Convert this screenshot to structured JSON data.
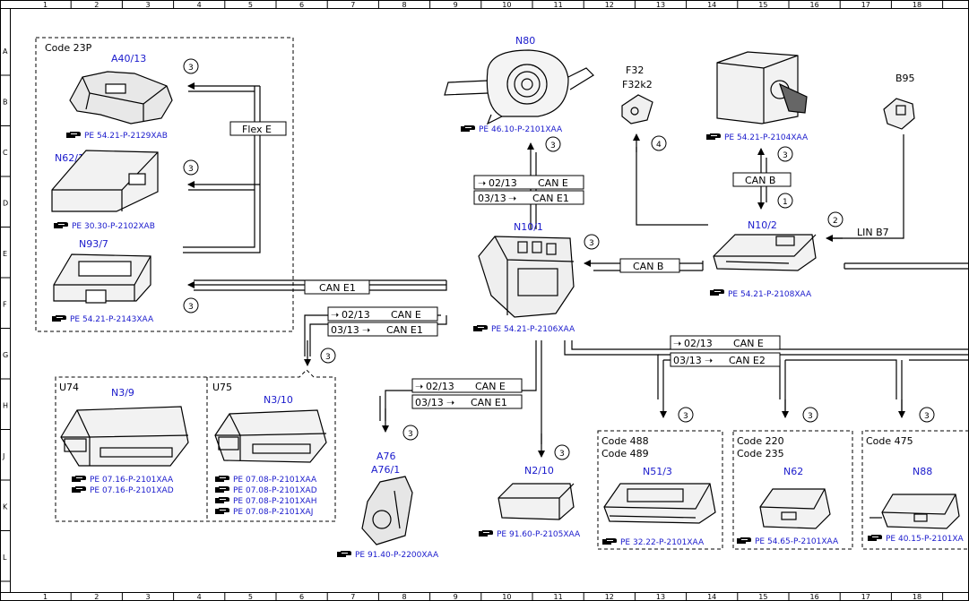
{
  "ruler": {
    "columns": [
      "1",
      "2",
      "3",
      "4",
      "5",
      "6",
      "7",
      "8",
      "9",
      "10",
      "11",
      "12",
      "13",
      "14",
      "15",
      "16",
      "17",
      "18"
    ],
    "rows": [
      "A",
      "B",
      "C",
      "D",
      "E",
      "F",
      "G",
      "H",
      "J",
      "K",
      "L"
    ]
  },
  "groups": {
    "code23p": "Code 23P",
    "u74": "U74",
    "u75": "U75",
    "code488": "Code 488",
    "code489": "Code 489",
    "code220": "Code 220",
    "code235": "Code 235",
    "code475": "Code 475"
  },
  "components": {
    "a40_13": {
      "name": "A40/13",
      "ref": "PE 54.21-P-2129XAB"
    },
    "n62_1": {
      "name": "N62/1",
      "ref": "PE 30.30-P-2102XAB"
    },
    "n93_7": {
      "name": "N93/7",
      "ref": "PE 54.21-P-2143XAA"
    },
    "n80": {
      "name": "N80",
      "ref": "PE 46.10-P-2101XAA"
    },
    "f32": {
      "name": "F32",
      "name2": "F32k2"
    },
    "ignition": {
      "ref": "PE 54.21-P-2104XAA"
    },
    "b95": {
      "name": "B95"
    },
    "n10_1": {
      "name": "N10/1",
      "ref": "PE 54.21-P-2106XAA"
    },
    "n10_2": {
      "name": "N10/2",
      "ref": "PE 54.21-P-2108XAA"
    },
    "n3_9": {
      "name": "N3/9",
      "ref1": "PE 07.16-P-2101XAA",
      "ref2": "PE 07.16-P-2101XAD"
    },
    "n3_10": {
      "name": "N3/10",
      "ref1": "PE 07.08-P-2101XAA",
      "ref2": "PE 07.08-P-2101XAD",
      "ref3": "PE 07.08-P-2101XAH",
      "ref4": "PE 07.08-P-2101XAJ"
    },
    "a76": {
      "name": "A76",
      "name2": "A76/1",
      "ref": "PE 91.40-P-2200XAA"
    },
    "n2_10": {
      "name": "N2/10",
      "ref": "PE 91.60-P-2105XAA"
    },
    "n51_3": {
      "name": "N51/3",
      "ref": "PE 32.22-P-2101XAA"
    },
    "n62": {
      "name": "N62",
      "ref": "PE 54.65-P-2101XAA"
    },
    "n88": {
      "name": "N88",
      "ref": "PE 40.15-P-2101XA"
    }
  },
  "buses": {
    "flex_e": "Flex E",
    "can_e1": "CAN E1",
    "can_b": "CAN B",
    "can_e": "CAN E",
    "can_e2": "CAN E2",
    "lin_b7": "LIN B7",
    "date_0213": "02/13",
    "date_0313": "03/13"
  },
  "badges": {
    "b1": "1",
    "b2": "2",
    "b3": "3",
    "b4": "4"
  },
  "icons": {
    "ref_marker": "pointing-hand-icon"
  },
  "colors": {
    "label_blue": "#1a1acc",
    "line": "#000000"
  }
}
